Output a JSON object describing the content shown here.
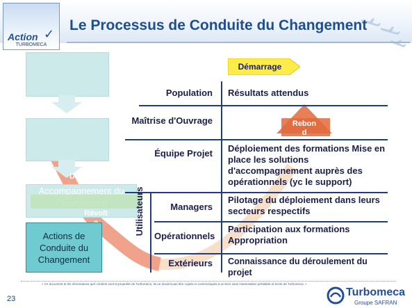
{
  "slide": {
    "title": "Le Processus de Conduite du Changement",
    "logo": {
      "word": "Action",
      "sub": "TURBOMECA"
    },
    "start_label": "Démarrage",
    "flow": {
      "faded_text_1": "Déni",
      "faded_text_2": "Révolt e",
      "faded_text_3": "Rebon d",
      "faded_box_3": "Accompagnement du Changement",
      "active_box": "Actions de Conduite du Changement"
    },
    "table": {
      "header_left": "Population",
      "header_right": "Résultats attendus",
      "rows": [
        {
          "label": "Maîtrise d'Ouvrage",
          "value": ""
        },
        {
          "label": "Équipe Projet",
          "value": "Déploiement des formations Mise en place les solutions d'accompagnement auprès des opérationnels (yc le support)"
        },
        {
          "label": "Managers",
          "value": "Pilotage du déploiement dans leurs secteurs respectifs"
        },
        {
          "label": "Opérationnels",
          "value": "Participation aux formations Appropriation"
        },
        {
          "label": "Extérieurs",
          "value": "Connaissance du déroulement du projet"
        }
      ],
      "group_label": "Utilisateurs"
    },
    "footer": {
      "note": "« Ce document et les informations qu'il contient sont la propriété de Turbomeca. Ils ne doivent pas être copiés ni communiqués à un tiers sans l'autorisation préalable et écrite de Turbomeca. »",
      "page": "23",
      "company": "Turbomeca",
      "group": "Groupe SAFRAN"
    },
    "colors": {
      "title": "#1f4e8f",
      "rules": "#1f3d78",
      "start_arrow": "#ffec4a",
      "active_box": "#6fcbd0",
      "swoosh": "#e3552a"
    }
  }
}
